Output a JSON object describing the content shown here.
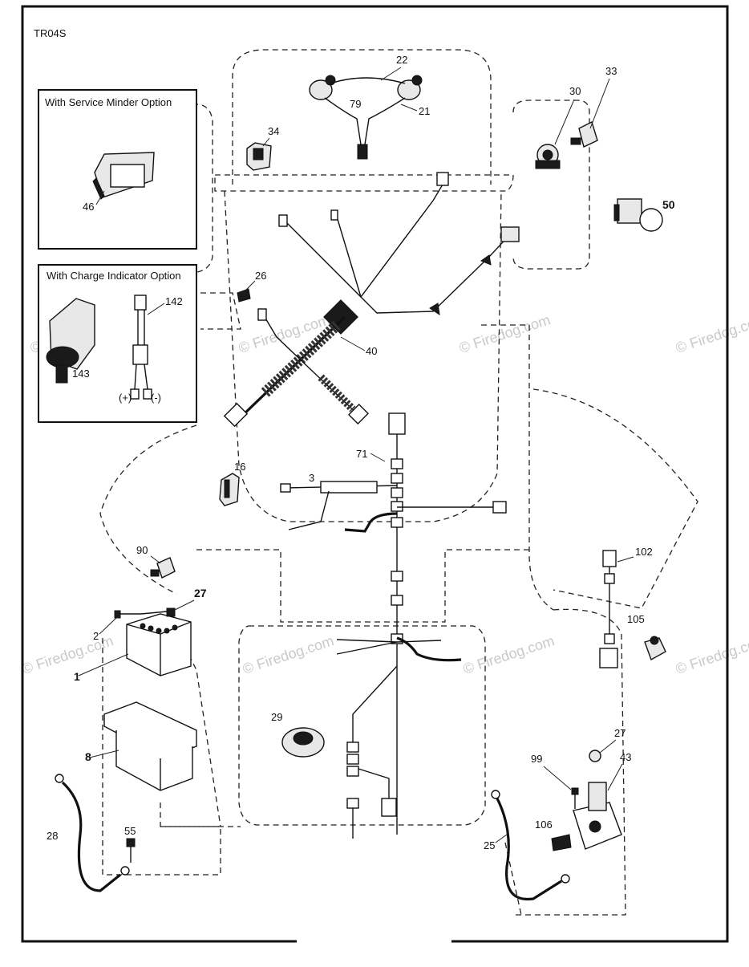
{
  "diagram": {
    "code": "TR04S",
    "watermark": "© Firedog.com",
    "boxes": {
      "service_minder": {
        "title": "With Service Minder Option"
      },
      "charge_indicator": {
        "title": "With Charge Indicator Option",
        "plus": "(+)",
        "minus": "(-)"
      }
    },
    "parts": [
      {
        "id": "p22",
        "label": "22"
      },
      {
        "id": "p79",
        "label": "79"
      },
      {
        "id": "p21",
        "label": "21"
      },
      {
        "id": "p34",
        "label": "34"
      },
      {
        "id": "p30",
        "label": "30"
      },
      {
        "id": "p33",
        "label": "33"
      },
      {
        "id": "p50",
        "label": "50"
      },
      {
        "id": "p46",
        "label": "46"
      },
      {
        "id": "p26",
        "label": "26"
      },
      {
        "id": "p142",
        "label": "142"
      },
      {
        "id": "p143",
        "label": "143"
      },
      {
        "id": "p40",
        "label": "40"
      },
      {
        "id": "p71",
        "label": "71"
      },
      {
        "id": "p16",
        "label": "16"
      },
      {
        "id": "p3",
        "label": "3"
      },
      {
        "id": "p90",
        "label": "90"
      },
      {
        "id": "p27a",
        "label": "27"
      },
      {
        "id": "p2",
        "label": "2"
      },
      {
        "id": "p1",
        "label": "1"
      },
      {
        "id": "p8",
        "label": "8"
      },
      {
        "id": "p28",
        "label": "28"
      },
      {
        "id": "p55",
        "label": "55"
      },
      {
        "id": "p29",
        "label": "29"
      },
      {
        "id": "p102",
        "label": "102"
      },
      {
        "id": "p105",
        "label": "105"
      },
      {
        "id": "p27b",
        "label": "27"
      },
      {
        "id": "p43",
        "label": "43"
      },
      {
        "id": "p99",
        "label": "99"
      },
      {
        "id": "p106",
        "label": "106"
      },
      {
        "id": "p25",
        "label": "25"
      }
    ]
  }
}
